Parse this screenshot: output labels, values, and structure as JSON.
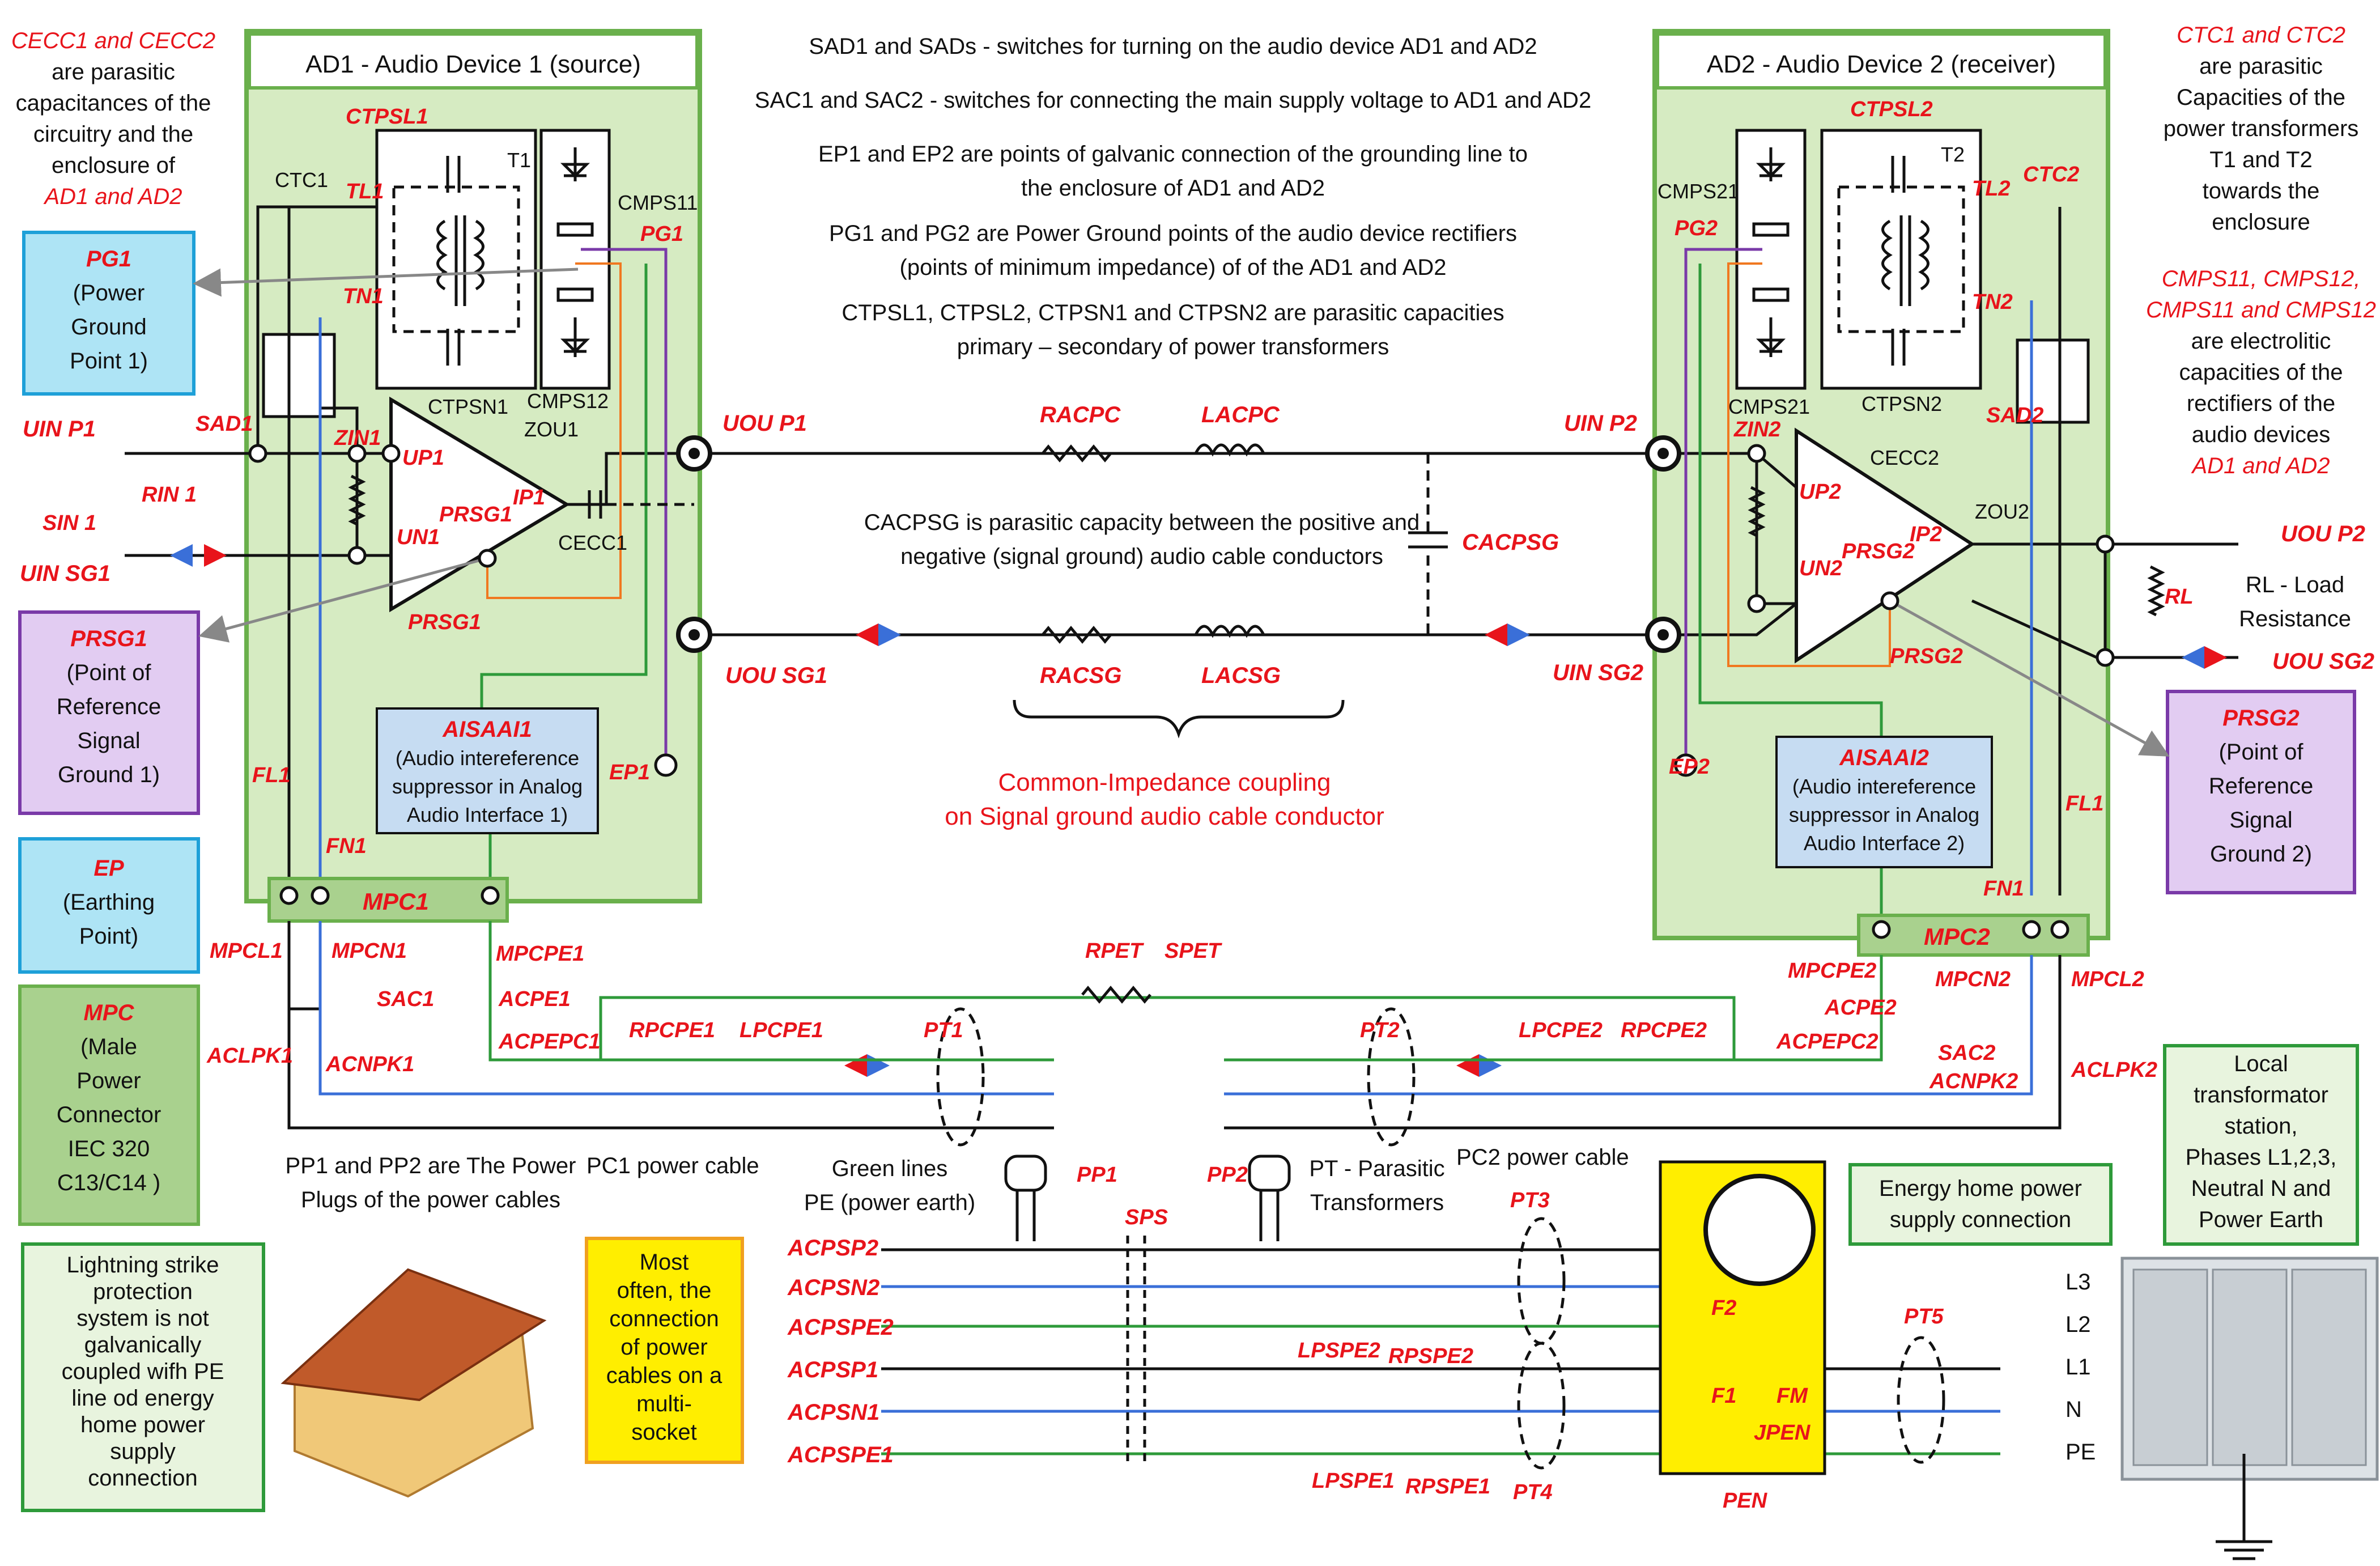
{
  "colors": {
    "red": "#e8141b",
    "panel_green": "#d6ebc2",
    "panel_border": "#6ab04c",
    "wire_blue": "#3a6fd8",
    "wire_green": "#2e9a3a",
    "wire_orange": "#f07820",
    "wire_purple": "#7a3aa8",
    "yellow_box": "#ffee00",
    "cyan_box": "#aee4f5",
    "violet_box": "#e2ccf2",
    "mpc_box": "#a9d18e",
    "blue_box": "#c6dcf2"
  },
  "device1": {
    "title": "AD1 - Audio Device 1 (source)"
  },
  "device2": {
    "title": "AD2 - Audio Device 2 (receiver)"
  },
  "legends": {
    "pg1": [
      "PG1",
      "(Power",
      "Ground",
      "Point 1)"
    ],
    "prsg1": [
      "PRSG1",
      "(Point of",
      "Reference",
      "Signal",
      "Ground 1)"
    ],
    "ep": [
      "EP",
      "(Earthing",
      "Point)"
    ],
    "mpc": [
      "MPC",
      "(Male",
      "Power",
      "Connector",
      "IEC 320",
      "C13/C14 )"
    ],
    "lightning": [
      "Lightning strike",
      "protection",
      "system is not",
      "galvanically",
      "coupled wifh PE",
      "line od energy",
      "home power",
      "supply",
      "connection"
    ],
    "multisocket": [
      "Most",
      "often, the",
      "connection",
      "of power",
      "cables on a",
      "multi-",
      "socket"
    ],
    "prsg2": [
      "PRSG2",
      "(Point of",
      "Reference",
      "Signal",
      "Ground 2)"
    ],
    "energy": [
      "Energy home power",
      "supply connection"
    ],
    "station": [
      "Local",
      "transformator",
      "station,",
      "Phases L1,2,3,",
      "Neutral N and",
      "Power Earth"
    ]
  },
  "notes": {
    "cecc": [
      "CECC1 and CECC2",
      "are parasitic",
      "capacitances of the",
      "circuitry and the",
      "enclosure of",
      "AD1 and AD2"
    ],
    "ctc": [
      "CTC1 and CTC2",
      "are parasitic",
      "Capacities of the",
      "power transformers",
      "T1 and T2",
      "towards the",
      "enclosure"
    ],
    "cmps": [
      "CMPS11, CMPS12,",
      "CMPS11 and CMPS12",
      "are electrolitic",
      "capacities of the",
      "rectifiers of the",
      "audio devices",
      "AD1 and AD2"
    ],
    "center": [
      "SAD1 and SADs - switches for turning on the audio device AD1 and AD2",
      "SAC1 and SAC2 - switches for connecting the main supply voltage to AD1 and AD2",
      "EP1 and EP2 are points of galvanic connection of the grounding line to",
      "the enclosure of AD1 and AD2",
      "PG1 and PG2 are Power Ground points of the audio device rectifiers",
      "(points of minimum impedance) of of the AD1 and AD2",
      "CTPSL1, CTPSL2, CTPSN1 and CTPSN2 are parasitic capacities",
      "primary – secondary of power transformers"
    ],
    "cacpsg": [
      "CACPSG is parasitic capacity between the positive and",
      "negative (signal ground) audio cable conductors"
    ],
    "common": [
      "Common-Impedance coupling",
      "on Signal ground audio cable conductor"
    ],
    "pp": [
      "PP1 and PP2 are The Power",
      "Plugs of the power cables"
    ],
    "pc1": "PC1 power cable",
    "pc2": "PC2 power cable",
    "green": [
      "Green lines",
      "PE (power earth)"
    ],
    "pt": [
      "PT - Parasitic",
      "Transformers"
    ],
    "rl": [
      "RL - Load",
      "Resistance"
    ],
    "aisaai1": [
      "AISAAI1",
      "(Audio intereference",
      "suppressor in Analog",
      "Audio Interface 1)"
    ],
    "aisaai2": [
      "AISAAI2",
      "(Audio intereference",
      "suppressor in Analog",
      "Audio Interface 2)"
    ]
  },
  "labels": {
    "cecc1_top": "CTC1",
    "ctpsl1": "CTPSL1",
    "t1": "T1",
    "tl1": "TL1",
    "tn1": "TN1",
    "cmps11": "CMPS11",
    "pg1": "PG1",
    "ctpsn1": "CTPSN1",
    "cmps12": "CMPS12",
    "uinp1": "UIN P1",
    "sad1": "SAD1",
    "zin1": "ZIN1",
    "up1": "UP1",
    "zou1": "ZOU1",
    "rin1": "RIN 1",
    "sin1": "SIN 1",
    "un1": "UN1",
    "ip1": "IP1",
    "prsg1_in": "PRSG1",
    "cecc1": "CECC1",
    "uinsg1": "UIN SG1",
    "prsg1_out": "PRSG1",
    "ep1": "EP1",
    "fl1": "FL1",
    "fn1": "FN1",
    "mpc1": "MPC1",
    "uoup1": "UOU P1",
    "uousg1": "UOU SG1",
    "racpc": "RACPC",
    "lacpc": "LACPC",
    "racsg": "RACSG",
    "lacsg": "LACSG",
    "cacpsg": "CACPSG",
    "uinp2": "UIN P2",
    "uinsg2": "UIN SG2",
    "ctpsl2": "CTPSL2",
    "t2": "T2",
    "tl2": "TL2",
    "tn2": "TN2",
    "ctc2": "CTC2",
    "cmps21": "CMPS21",
    "pg2": "PG2",
    "cmps21b": "CMPS21",
    "ctpsn2": "CTPSN2",
    "sad2": "SAD2",
    "zin2": "ZIN2",
    "cecc2": "CECC2",
    "up2": "UP2",
    "zou2": "ZOU2",
    "ip2": "IP2",
    "prsg2_in": "PRSG2",
    "un2": "UN2",
    "prsg2_out": "PRSG2",
    "uoup2": "UOU P2",
    "rl": "RL",
    "uousg2": "UOU SG2",
    "ep2": "EP2",
    "fl1b": "FL1",
    "fn1b": "FN1",
    "mpc2": "MPC2",
    "mpcl1": "MPCL1",
    "mpcn1": "MPCN1",
    "mpcpe1": "MPCPE1",
    "sac1": "SAC1",
    "acpe1": "ACPE1",
    "aclpk1": "ACLPK1",
    "acnpk1": "ACNPK1",
    "acpepc1": "ACPEPC1",
    "rpet": "RPET",
    "spet": "SPET",
    "rpcpe1": "RPCPE1",
    "lpcpe1": "LPCPE1",
    "pt1": "PT1",
    "pt2": "PT2",
    "lpcpe2": "LPCPE2",
    "rpcpe2": "RPCPE2",
    "mpcpe2": "MPCPE2",
    "mpcn2": "MPCN2",
    "mpcl2": "MPCL2",
    "acpe2": "ACPE2",
    "acpepc2": "ACPEPC2",
    "sac2": "SAC2",
    "acnpk2": "ACNPK2",
    "aclpk2": "ACLPK2",
    "pp1": "PP1",
    "pp2": "PP2",
    "sps": "SPS",
    "pt3": "PT3",
    "pt4": "PT4",
    "pt5": "PT5",
    "acpsp2": "ACPSP2",
    "acpsn2": "ACPSN2",
    "acpspe2": "ACPSPE2",
    "acpsp1": "ACPSP1",
    "acpsn1": "ACPSN1",
    "acpspe1": "ACPSPE1",
    "lpspe2": "LPSPE2",
    "rpspe2": "RPSPE2",
    "lpspe1": "LPSPE1",
    "rpspe1": "RPSPE1",
    "f2": "F2",
    "f1": "F1",
    "fm": "FM",
    "jpen": "JPEN",
    "pen": "PEN",
    "l3": "L3",
    "l2": "L2",
    "l1": "L1",
    "n": "N",
    "pe": "PE"
  }
}
